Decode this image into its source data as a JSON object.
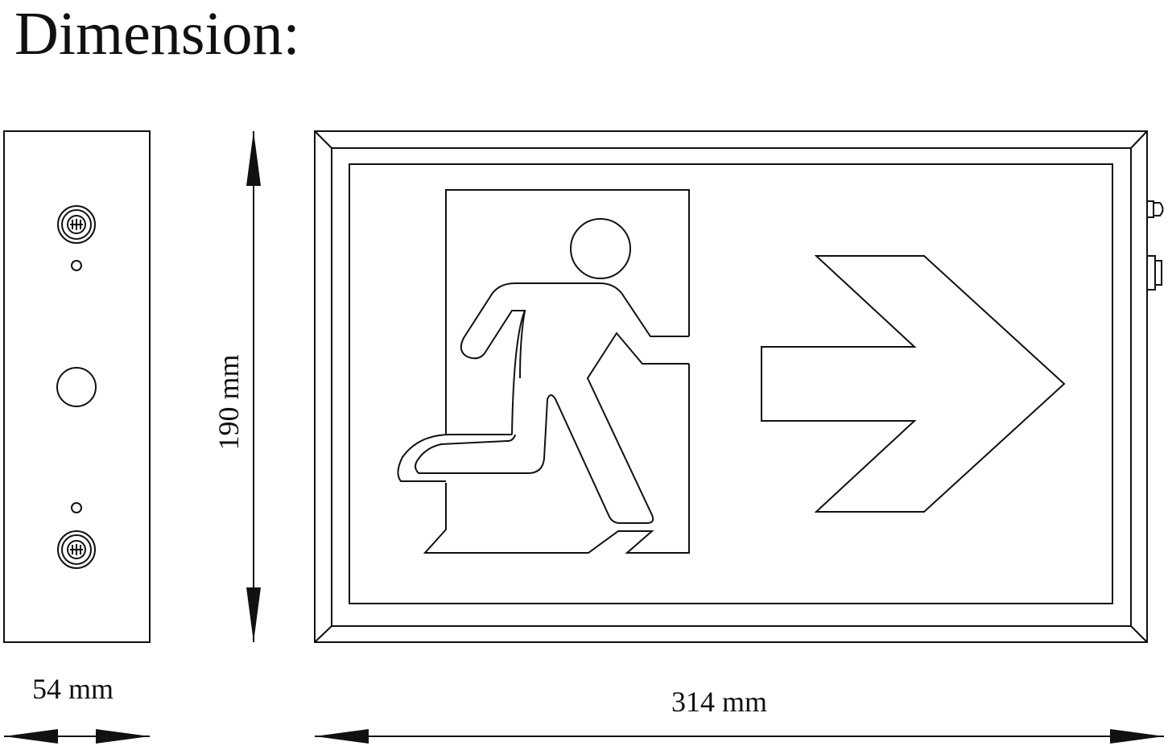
{
  "title": "Dimension:",
  "dimensions": {
    "height_label": "190 mm",
    "depth_label": "54 mm",
    "width_label": "314 mm"
  },
  "colors": {
    "line": "#111111",
    "background": "#ffffff"
  },
  "icons": {
    "sign_pictogram": "running-man-exit-icon",
    "direction": "right-arrow-icon",
    "fasteners": "screw-icon"
  }
}
